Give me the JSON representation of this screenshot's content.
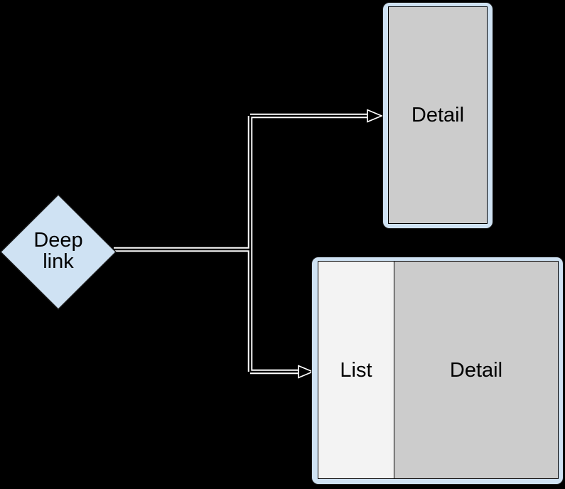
{
  "diagram": {
    "title": "Deep link navigation diagram",
    "background_color": "#000000",
    "palette": {
      "shape_blue": "#cfe2f3",
      "detail_gray": "#cccccc",
      "list_gray": "#f3f3f3",
      "stroke_black": "#000000",
      "connector_outline_white": "#ffffff",
      "text_color": "#000000"
    },
    "decision": {
      "label": "Deep link"
    },
    "phone": {
      "screen_label": "Detail"
    },
    "tablet": {
      "list_label": "List",
      "detail_label": "Detail"
    }
  }
}
